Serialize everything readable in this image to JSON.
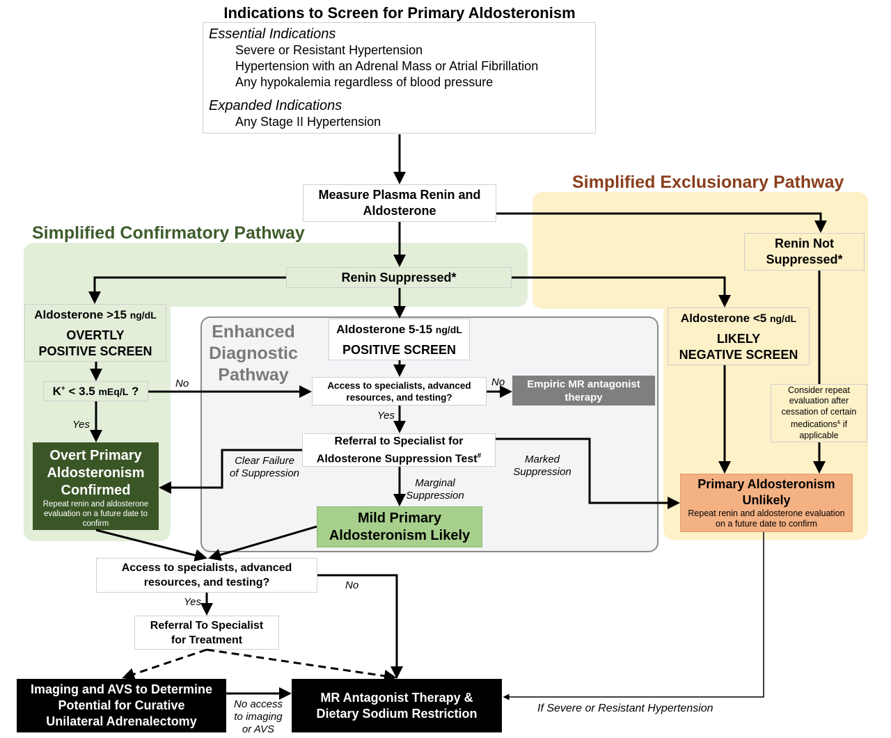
{
  "title": "Indications to Screen for Primary Aldosteronism",
  "indications": {
    "essential_heading": "Essential Indications",
    "essential_items": [
      "Severe or Resistant Hypertension",
      "Hypertension with an Adrenal Mass or Atrial Fibrillation",
      "Any hypokalemia regardless of blood pressure"
    ],
    "expanded_heading": "Expanded Indications",
    "expanded_items": [
      "Any Stage II Hypertension"
    ]
  },
  "pathways": {
    "exclusionary": "Simplified Exclusionary Pathway",
    "confirmatory": "Simplified Confirmatory Pathway",
    "enhanced_line1": "Enhanced",
    "enhanced_line2": "Diagnostic",
    "enhanced_line3": "Pathway"
  },
  "nodes": {
    "measure": {
      "line1": "Measure Plasma Renin and",
      "line2": "Aldosterone"
    },
    "renin_suppressed": "Renin Suppressed*",
    "renin_not_suppressed": {
      "line1": "Renin Not",
      "line2": "Suppressed*"
    },
    "aldo_high": {
      "label": "Aldosterone >15",
      "unit": "ng/dL",
      "line1": "OVERTLY",
      "line2": "POSITIVE SCREEN"
    },
    "aldo_mid": {
      "label": "Aldosterone 5-15",
      "unit": "ng/dL",
      "line1": "POSITIVE SCREEN"
    },
    "aldo_low": {
      "label": "Aldosterone <5",
      "unit": "ng/dL",
      "line1": "LIKELY",
      "line2": "NEGATIVE SCREEN"
    },
    "potassium": {
      "prefix": "K",
      "sup": "+",
      "mid": " < 3.5 ",
      "unit": "mEq/L",
      "suffix": " ?"
    },
    "access_enhanced": {
      "line1": "Access to specialists, advanced",
      "line2": "resources, and testing?"
    },
    "empiric": {
      "line1": "Empiric MR antagonist",
      "line2": "therapy"
    },
    "referral_suppression": {
      "line1": "Referral to Specialist for",
      "line2": "Aldosterone Suppression Test",
      "sup": "#"
    },
    "overt_confirmed": {
      "line1": "Overt Primary",
      "line2": "Aldosteronism",
      "line3": "Confirmed",
      "note": "Repeat renin and aldosterone evaluation on a future date to confirm"
    },
    "mild_likely": {
      "line1": "Mild Primary",
      "line2": "Aldosteronism Likely"
    },
    "consider_repeat": {
      "line1": "Consider repeat",
      "line2": "evaluation after",
      "line3": "cessation of certain",
      "line4": "medications",
      "sup": "&",
      "line4b": " if",
      "line5": "applicable"
    },
    "unlikely": {
      "line1": "Primary Aldosteronism",
      "line2": "Unlikely",
      "note": "Repeat renin and aldosterone evaluation on a future date to confirm"
    },
    "access_bottom": {
      "line1": "Access to specialists, advanced",
      "line2": "resources, and testing?"
    },
    "referral_treatment": {
      "line1": "Referral To Specialist",
      "line2": "for Treatment"
    },
    "imaging": {
      "line1": "Imaging and AVS to Determine",
      "line2": "Potential for Curative",
      "line3": "Unilateral Adrenalectomy"
    },
    "mr_therapy": {
      "line1": "MR Antagonist Therapy &",
      "line2": "Dietary Sodium Restriction"
    }
  },
  "edge_labels": {
    "no_k": "No",
    "yes_k": "Yes",
    "no_access": "No",
    "yes_access": "Yes",
    "clear_failure": {
      "line1": "Clear Failure",
      "line2": "of Suppression"
    },
    "marginal": {
      "line1": "Marginal",
      "line2": "Suppression"
    },
    "marked": {
      "line1": "Marked",
      "line2": "Suppression"
    },
    "yes_bottom": "Yes",
    "no_bottom": "No",
    "no_imaging": {
      "line1": "No access",
      "line2": "to imaging",
      "line3": "or AVS"
    },
    "severe": "If Severe or Resistant Hypertension"
  },
  "colors": {
    "confirmatory_bg": "#e3eed9",
    "exclusionary_bg": "#fdf1c8",
    "enhanced_bg": "#f3f4f6",
    "confirmatory_title": "#3d5c2b",
    "exclusionary_title": "#8a3f1c",
    "enhanced_title": "#7a7a7a",
    "overt_box": "#3b5626",
    "mild_box": "#a7d08c",
    "unlikely_box": "#f4b183",
    "empiric_box": "#7f7f7f",
    "terminal_box": "#000000"
  }
}
